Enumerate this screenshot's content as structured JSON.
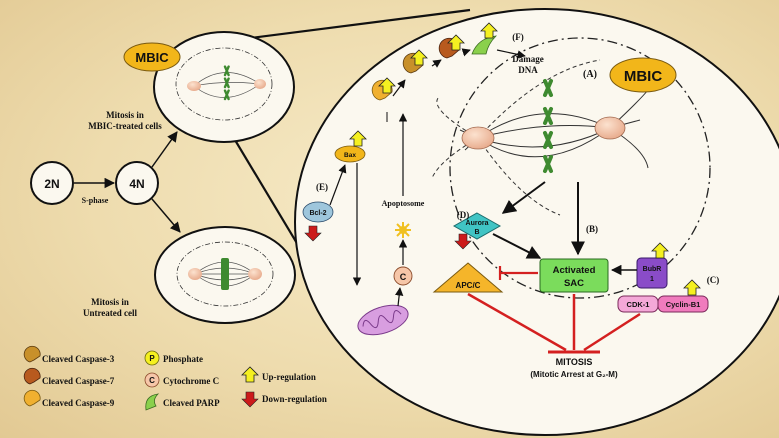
{
  "cells": {
    "cell_2n": "2N",
    "cell_4n": "4N",
    "s_phase": "S-phase",
    "mitosis_treated": [
      "Mitosis in",
      "MBIC-treated cells"
    ],
    "mitosis_untreated": [
      "Mitosis in",
      "Untreated cell"
    ]
  },
  "drug": "MBIC",
  "nodes": {
    "bax": "Bax",
    "bcl2": "Bcl-2",
    "apoptosome": "Apoptosome",
    "cyt_c": "C",
    "aurora_b": [
      "Aurora",
      "B"
    ],
    "apc_c": "APC/C",
    "sac": [
      "Activated",
      "SAC"
    ],
    "bubr1": [
      "BubR",
      "1"
    ],
    "cdk1": "CDK-1",
    "cyclin_b1": "Cyclin-B1",
    "damage_dna": [
      "Damage",
      "DNA"
    ],
    "mitosis": "MITOSIS",
    "mitotic_arrest": "(Mitotic Arrest at G₂-M)"
  },
  "step_labels": {
    "a": "(A)",
    "b": "(B)",
    "c": "(C)",
    "d": "(D)",
    "e": "(E)",
    "f": "(F)"
  },
  "legend": {
    "cleaved_caspase_3": "Cleaved Caspase-3",
    "cleaved_caspase_7": "Cleaved Caspase-7",
    "cleaved_caspase_9": "Cleaved Caspase-9",
    "phosphate": "Phosphate",
    "phosphate_symbol": "P",
    "cytochrome_c": "Cytochrome C",
    "cytochrome_c_symbol": "C",
    "cleaved_parp": "Cleaved PARP",
    "up_regulation": "Up-regulation",
    "down_regulation": "Down-regulation"
  },
  "colors": {
    "mbic": "#f2b61a",
    "aurora_b": "#40c4c4",
    "sac": "#7bdc5c",
    "apc_c": "#f5b52a",
    "bubr1": "#8a4cc8",
    "cyclin_b1": "#f07bbd",
    "bcl2": "#9ec6dc",
    "caspase_3": "#c8902a",
    "caspase_7": "#b85a1e",
    "caspase_9": "#f0b030",
    "parp": "#8ad04c",
    "inhibition": "#d42020",
    "up_arrow": "#f5f020",
    "down_arrow": "#cc1a1a",
    "chromosome": "#3e8a30"
  }
}
